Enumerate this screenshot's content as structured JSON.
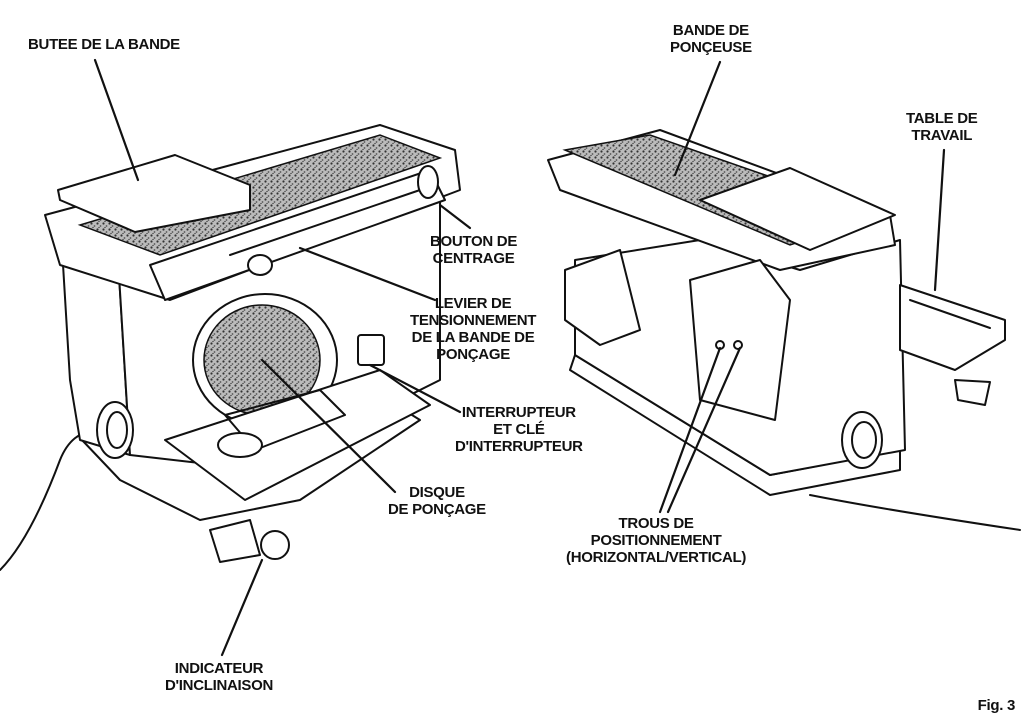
{
  "labels": {
    "butee": [
      "BUTEE DE LA BANDE"
    ],
    "bande": [
      "BANDE DE",
      "PONÇEUSE"
    ],
    "table": [
      "TABLE DE",
      "TRAVAIL"
    ],
    "bouton": [
      "BOUTON DE",
      "CENTRAGE"
    ],
    "levier": [
      "LEVIER DE",
      "TENSIONNEMENT",
      "DE LA BANDE DE",
      "PONÇAGE"
    ],
    "interrupteur": [
      "INTERRUPTEUR",
      "ET CLÉ",
      "D'INTERRUPTEUR"
    ],
    "disque": [
      "DISQUE",
      "DE PONÇAGE"
    ],
    "trous": [
      "TROUS DE",
      "POSITIONNEMENT",
      "(HORIZONTAL/VERTICAL)"
    ],
    "indicateur": [
      "INDICATEUR",
      "D'INCLINAISON"
    ]
  },
  "figure_caption": "Fig. 3"
}
